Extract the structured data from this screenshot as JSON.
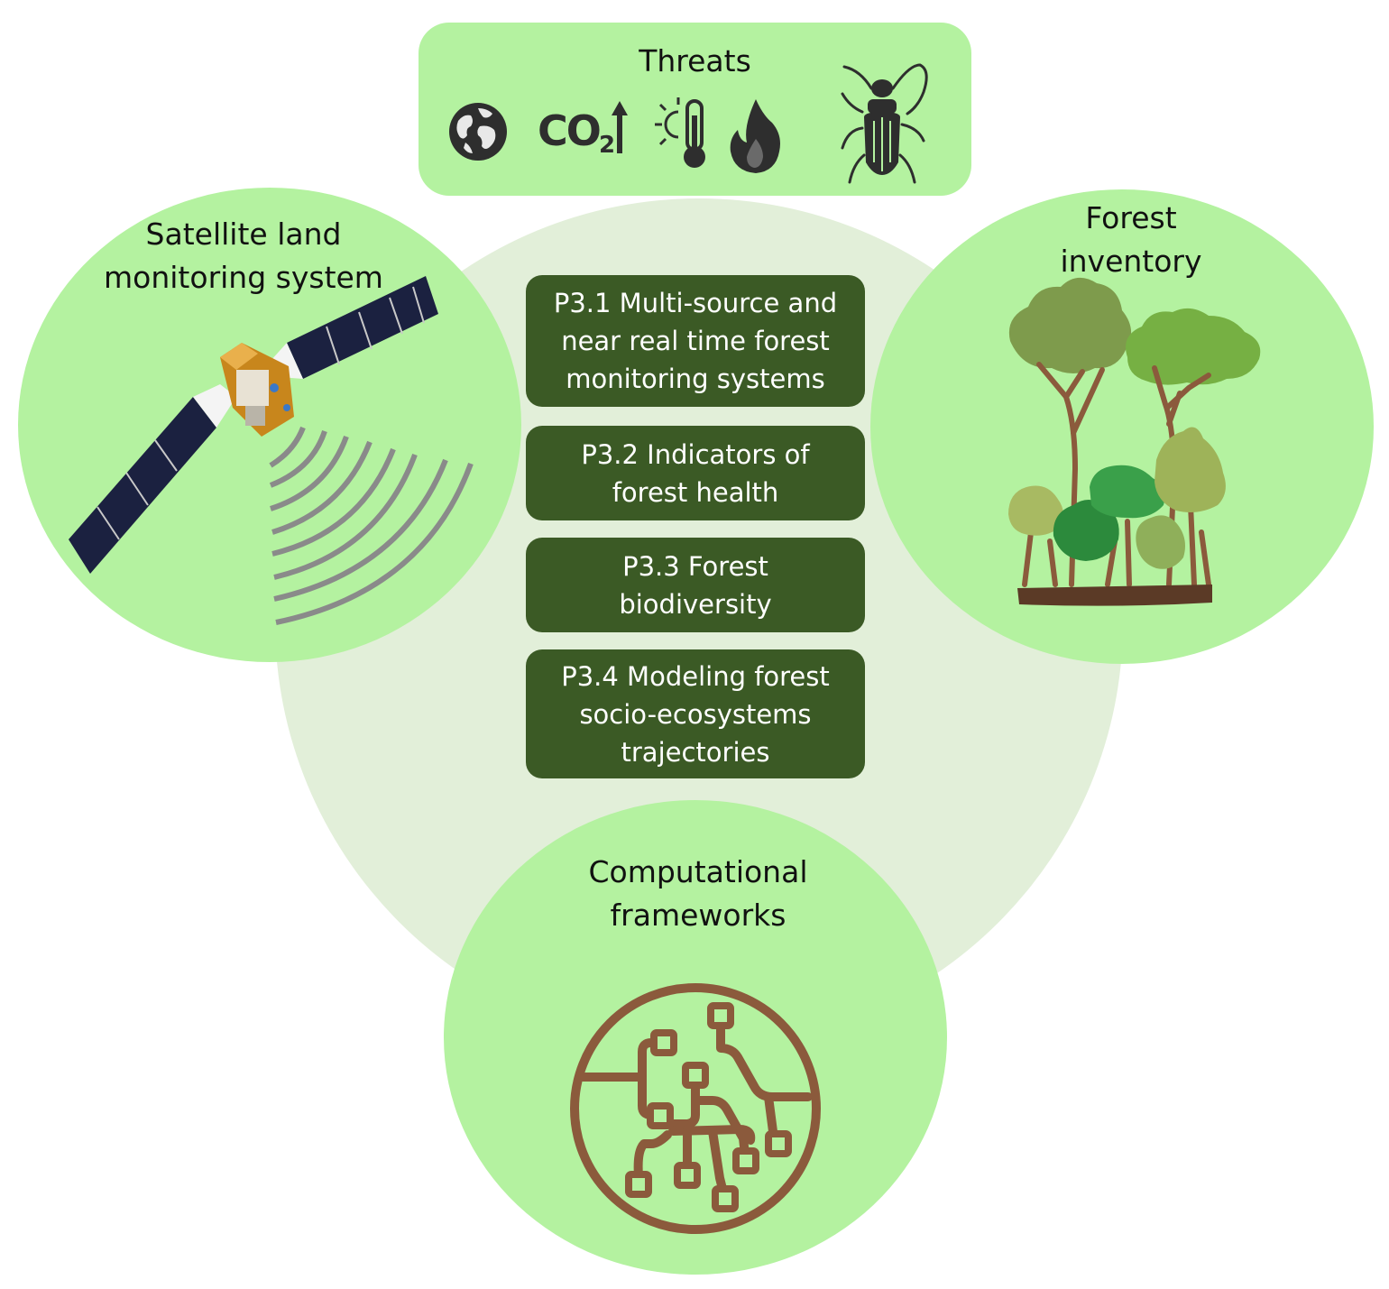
{
  "threats": {
    "title": "Threats",
    "icons": [
      "globe-icon",
      "co2-rising-icon",
      "heat-thermometer-icon",
      "fire-icon",
      "beetle-icon"
    ]
  },
  "co2": {
    "main": "CO",
    "sub": "2"
  },
  "satellite": {
    "title_lines": [
      "Satellite land",
      "monitoring system"
    ]
  },
  "inventory": {
    "title_lines": [
      "Forest",
      "inventory"
    ]
  },
  "computational": {
    "title_lines": [
      "Computational",
      "frameworks"
    ]
  },
  "projects": [
    {
      "lines": [
        "P3.1 Multi-source and",
        "near real time forest",
        "monitoring systems"
      ]
    },
    {
      "lines": [
        "P3.2 Indicators of",
        "forest health"
      ]
    },
    {
      "lines": [
        "P3.3 Forest",
        "biodiversity"
      ]
    },
    {
      "lines": [
        "P3.4 Modeling forest",
        "socio-ecosystems",
        "trajectories"
      ]
    }
  ],
  "colors": {
    "background_circle": "#e2efd9",
    "node_circle": "#b4f2a0",
    "project_box": "#3b5a25",
    "project_text": "#ffffff",
    "circuit": "#8b5a3c",
    "icon_dark": "#2e2e2e"
  }
}
